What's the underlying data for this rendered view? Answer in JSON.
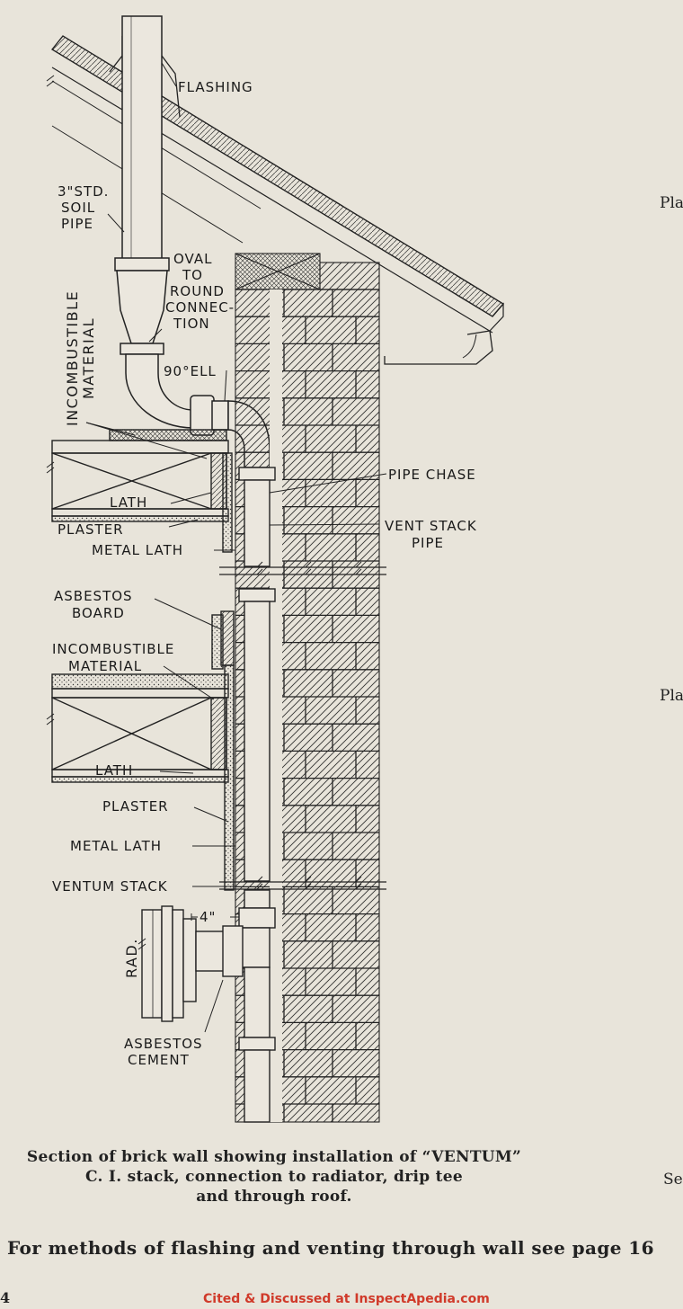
{
  "labels": {
    "flashing": "FLASHING",
    "soil_pipe": [
      "3\"STD.",
      "SOIL",
      "PIPE"
    ],
    "oval_to_round": [
      "OVAL",
      "TO",
      "ROUND",
      "CONNEC-",
      "TION"
    ],
    "incombustible_vertical": [
      "INCOMBUSTIBLE",
      "MATERIAL"
    ],
    "ell": "90°ELL",
    "pipe_chase": "PIPE CHASE",
    "vent_stack": [
      "VENT STACK",
      "PIPE"
    ],
    "lath_upper": "LATH",
    "plaster_upper": "PLASTER",
    "metal_lath_upper": "METAL LATH",
    "asbestos_board": [
      "ASBESTOS",
      "BOARD"
    ],
    "incombustible_lower": [
      "INCOMBUSTIBLE",
      "MATERIAL"
    ],
    "lath_lower": "LATH",
    "plaster_lower": "PLASTER",
    "metal_lath_lower": "METAL LATH",
    "ventum_stack": "VENTUM STACK",
    "dimension": "4\"",
    "rad": "RAD.",
    "asbestos_cement": [
      "ASBESTOS",
      "CEMENT"
    ]
  },
  "caption": [
    "Section of brick wall showing installation of “VENTUM”",
    "C. I. stack, connection to radiator, drip tee",
    "and through roof."
  ],
  "footnote": "For methods of flashing and venting through wall see page 16",
  "margin_fragments": [
    "Pla",
    "Pla",
    "Se"
  ],
  "page_number": "4",
  "citation": "Cited & Discussed at  InspectApedia.com"
}
